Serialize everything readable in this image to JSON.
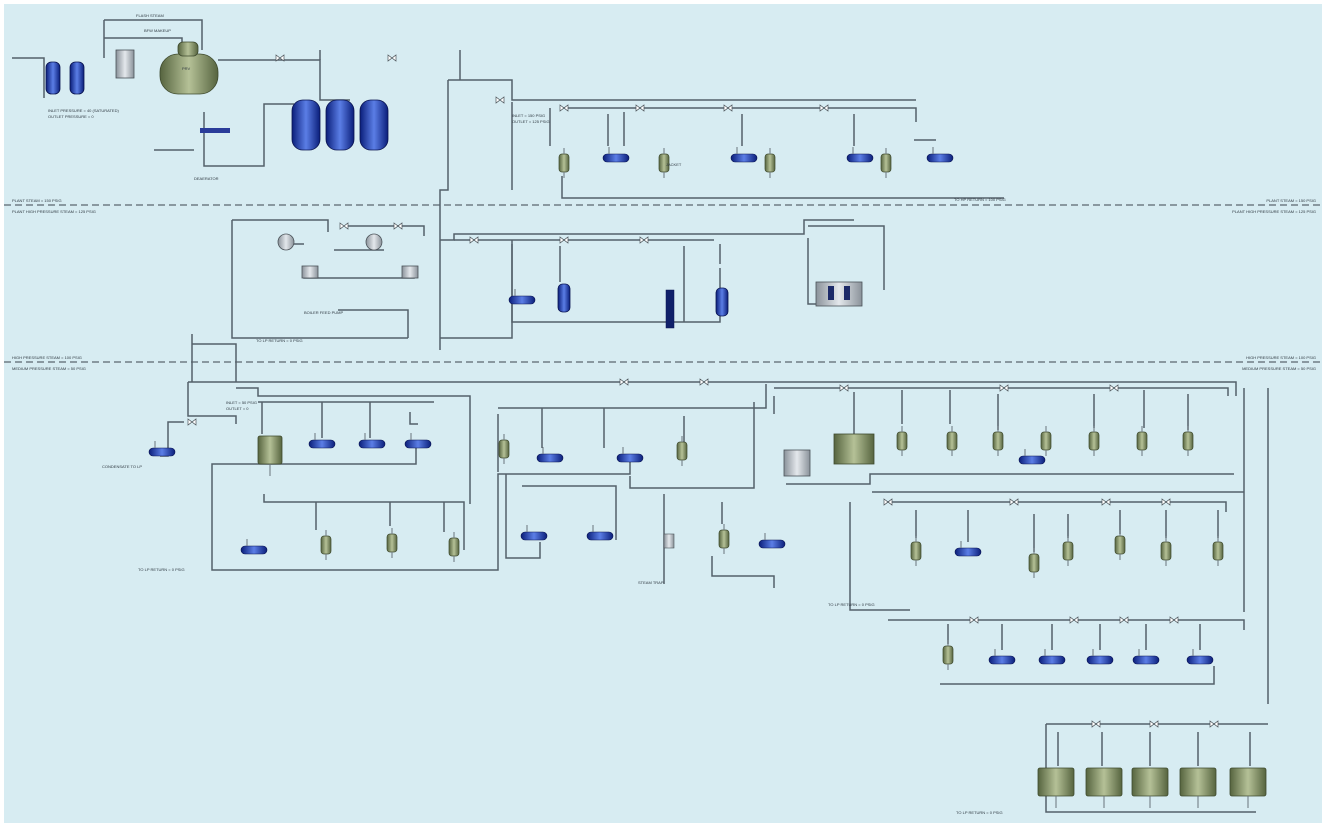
{
  "zones": [
    "PLANT STEAM = 150 PSIG",
    "PLANT STEAM = 150 PSIG",
    "PLANT HIGH PRESSURE STEAM = 125 PSIG",
    "PLANT HIGH PRESSURE STEAM = 125 PSIG",
    "HIGH PRESSURE STEAM = 100 PSIG",
    "HIGH PRESSURE STEAM = 100 PSIG",
    "MEDIUM PRESSURE STEAM = 50 PSIG",
    "MEDIUM PRESSURE STEAM = 50 PSIG"
  ],
  "labels": [
    "FLASH STEAM",
    "BFW MAKEUP",
    "INLET PRESSURE = 40 (SATURATED)",
    "OUTLET PRESSURE = 0",
    "PRV",
    "DEAERATOR",
    "BOILER FEED PUMP",
    "TO HP RETURN = 100 PSIG",
    "TO LP RETURN = 0 PSIG",
    "TO LP RETURN = 0 PSIG",
    "CONDENSATE TO LP",
    "INLET = 150 PSIG",
    "OUTLET = 125 PSIG",
    "JACKET",
    "INLET = 50 PSIG",
    "OUTLET = 0",
    "STEAM TRAP",
    "TO LP RETURN = 0 PSIG",
    "TO LP RETURN = 0 PSIG"
  ]
}
